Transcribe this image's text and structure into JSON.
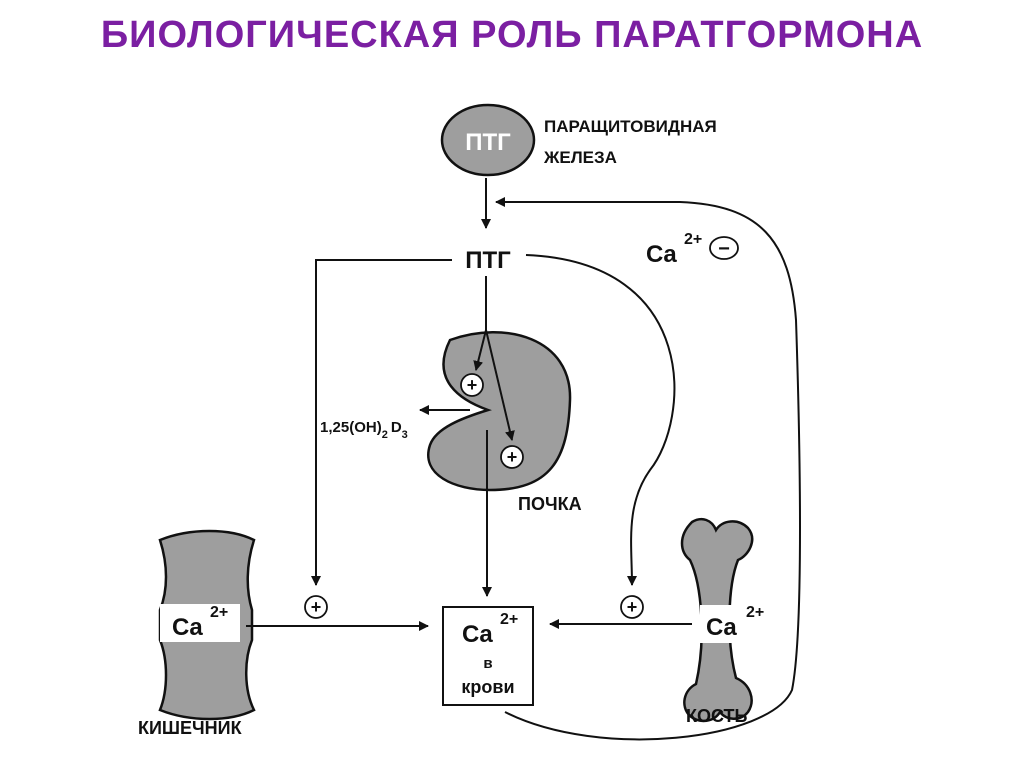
{
  "title": "БИОЛОГИЧЕСКАЯ РОЛЬ ПАРАТГОРМОНА",
  "nodes": {
    "gland_abbrev": "ПТГ",
    "gland_label_line1": "ПАРАЩИТОВИДНАЯ",
    "gland_label_line2": "ЖЕЛЕЗА",
    "ptg": "ПТГ",
    "calcium_feedback": "Ca",
    "calcium_feedback_charge": "2+",
    "vitd_main": "1,25(OH)",
    "vitd_sub1": "2",
    "vitd_d": "D",
    "vitd_sub2": "3",
    "kidney_label": "ПОЧКА",
    "intestine_label": "КИШЕЧНИК",
    "intestine_calcium": "Ca",
    "intestine_calcium_charge": "2+",
    "blood_calcium": "Ca",
    "blood_calcium_charge": "2+",
    "blood_line2": "в",
    "blood_line3": "крови",
    "bone_label": "КОСТЬ",
    "bone_calcium": "Ca",
    "bone_calcium_charge": "2+"
  },
  "signs": {
    "plus": "+",
    "minus": "−"
  },
  "colors": {
    "title": "#7B1FA2",
    "organ_fill": "#9e9e9e",
    "line": "#111111"
  }
}
